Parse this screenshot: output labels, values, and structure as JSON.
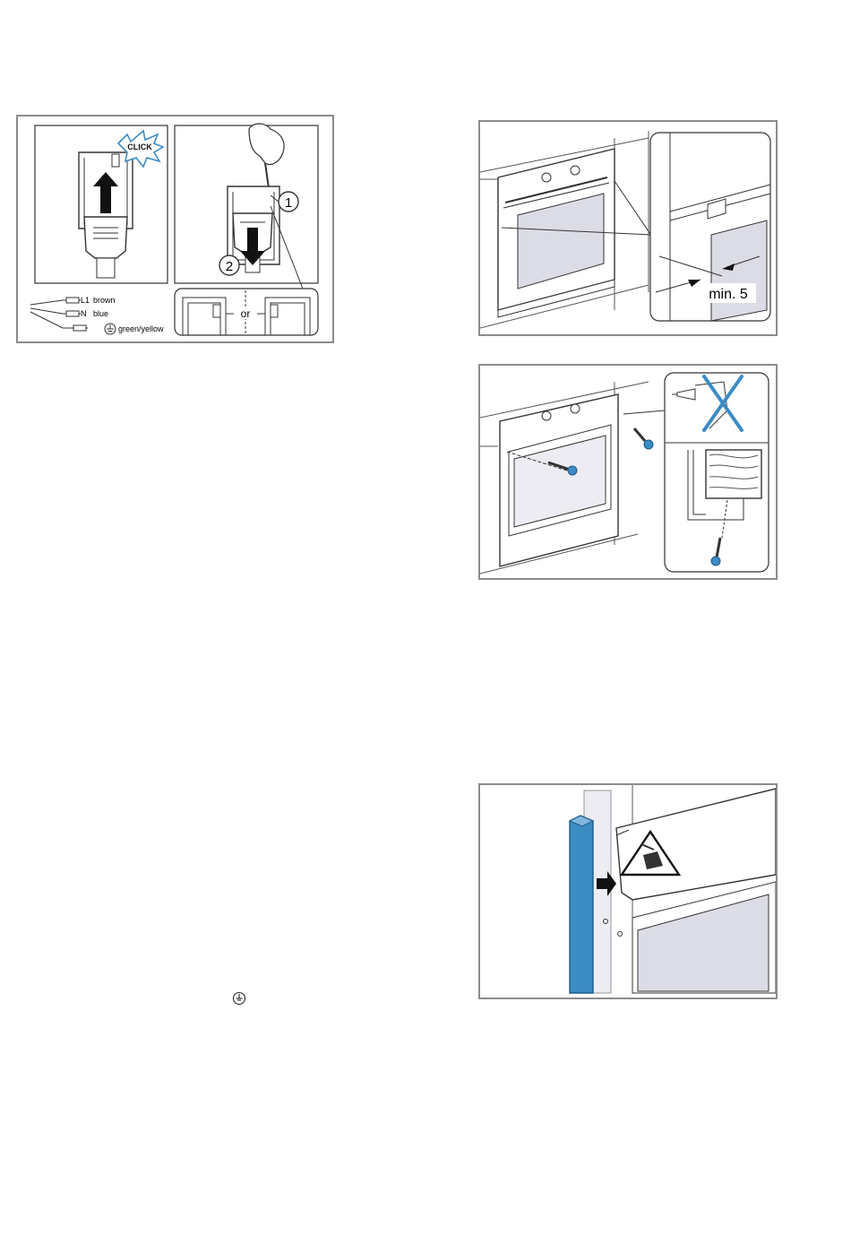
{
  "figure_connection": {
    "click_label": "CLICK",
    "step_1": "1",
    "step_2": "2",
    "or_label": "or",
    "wires": [
      {
        "id": "L1",
        "color": "brown"
      },
      {
        "id": "N",
        "color": "blue"
      },
      {
        "id": "",
        "color": "green/yellow"
      }
    ]
  },
  "figure_gap": {
    "min_label": "min. 5"
  },
  "colors": {
    "frame": "#8c8c8c",
    "accent_blue": "#3c8cc4",
    "glass": "#dcdce6",
    "line": "#333333"
  },
  "icons": [
    "earth-icon",
    "hand-crush-warning-icon",
    "no-drill-icon",
    "screw-icon"
  ]
}
